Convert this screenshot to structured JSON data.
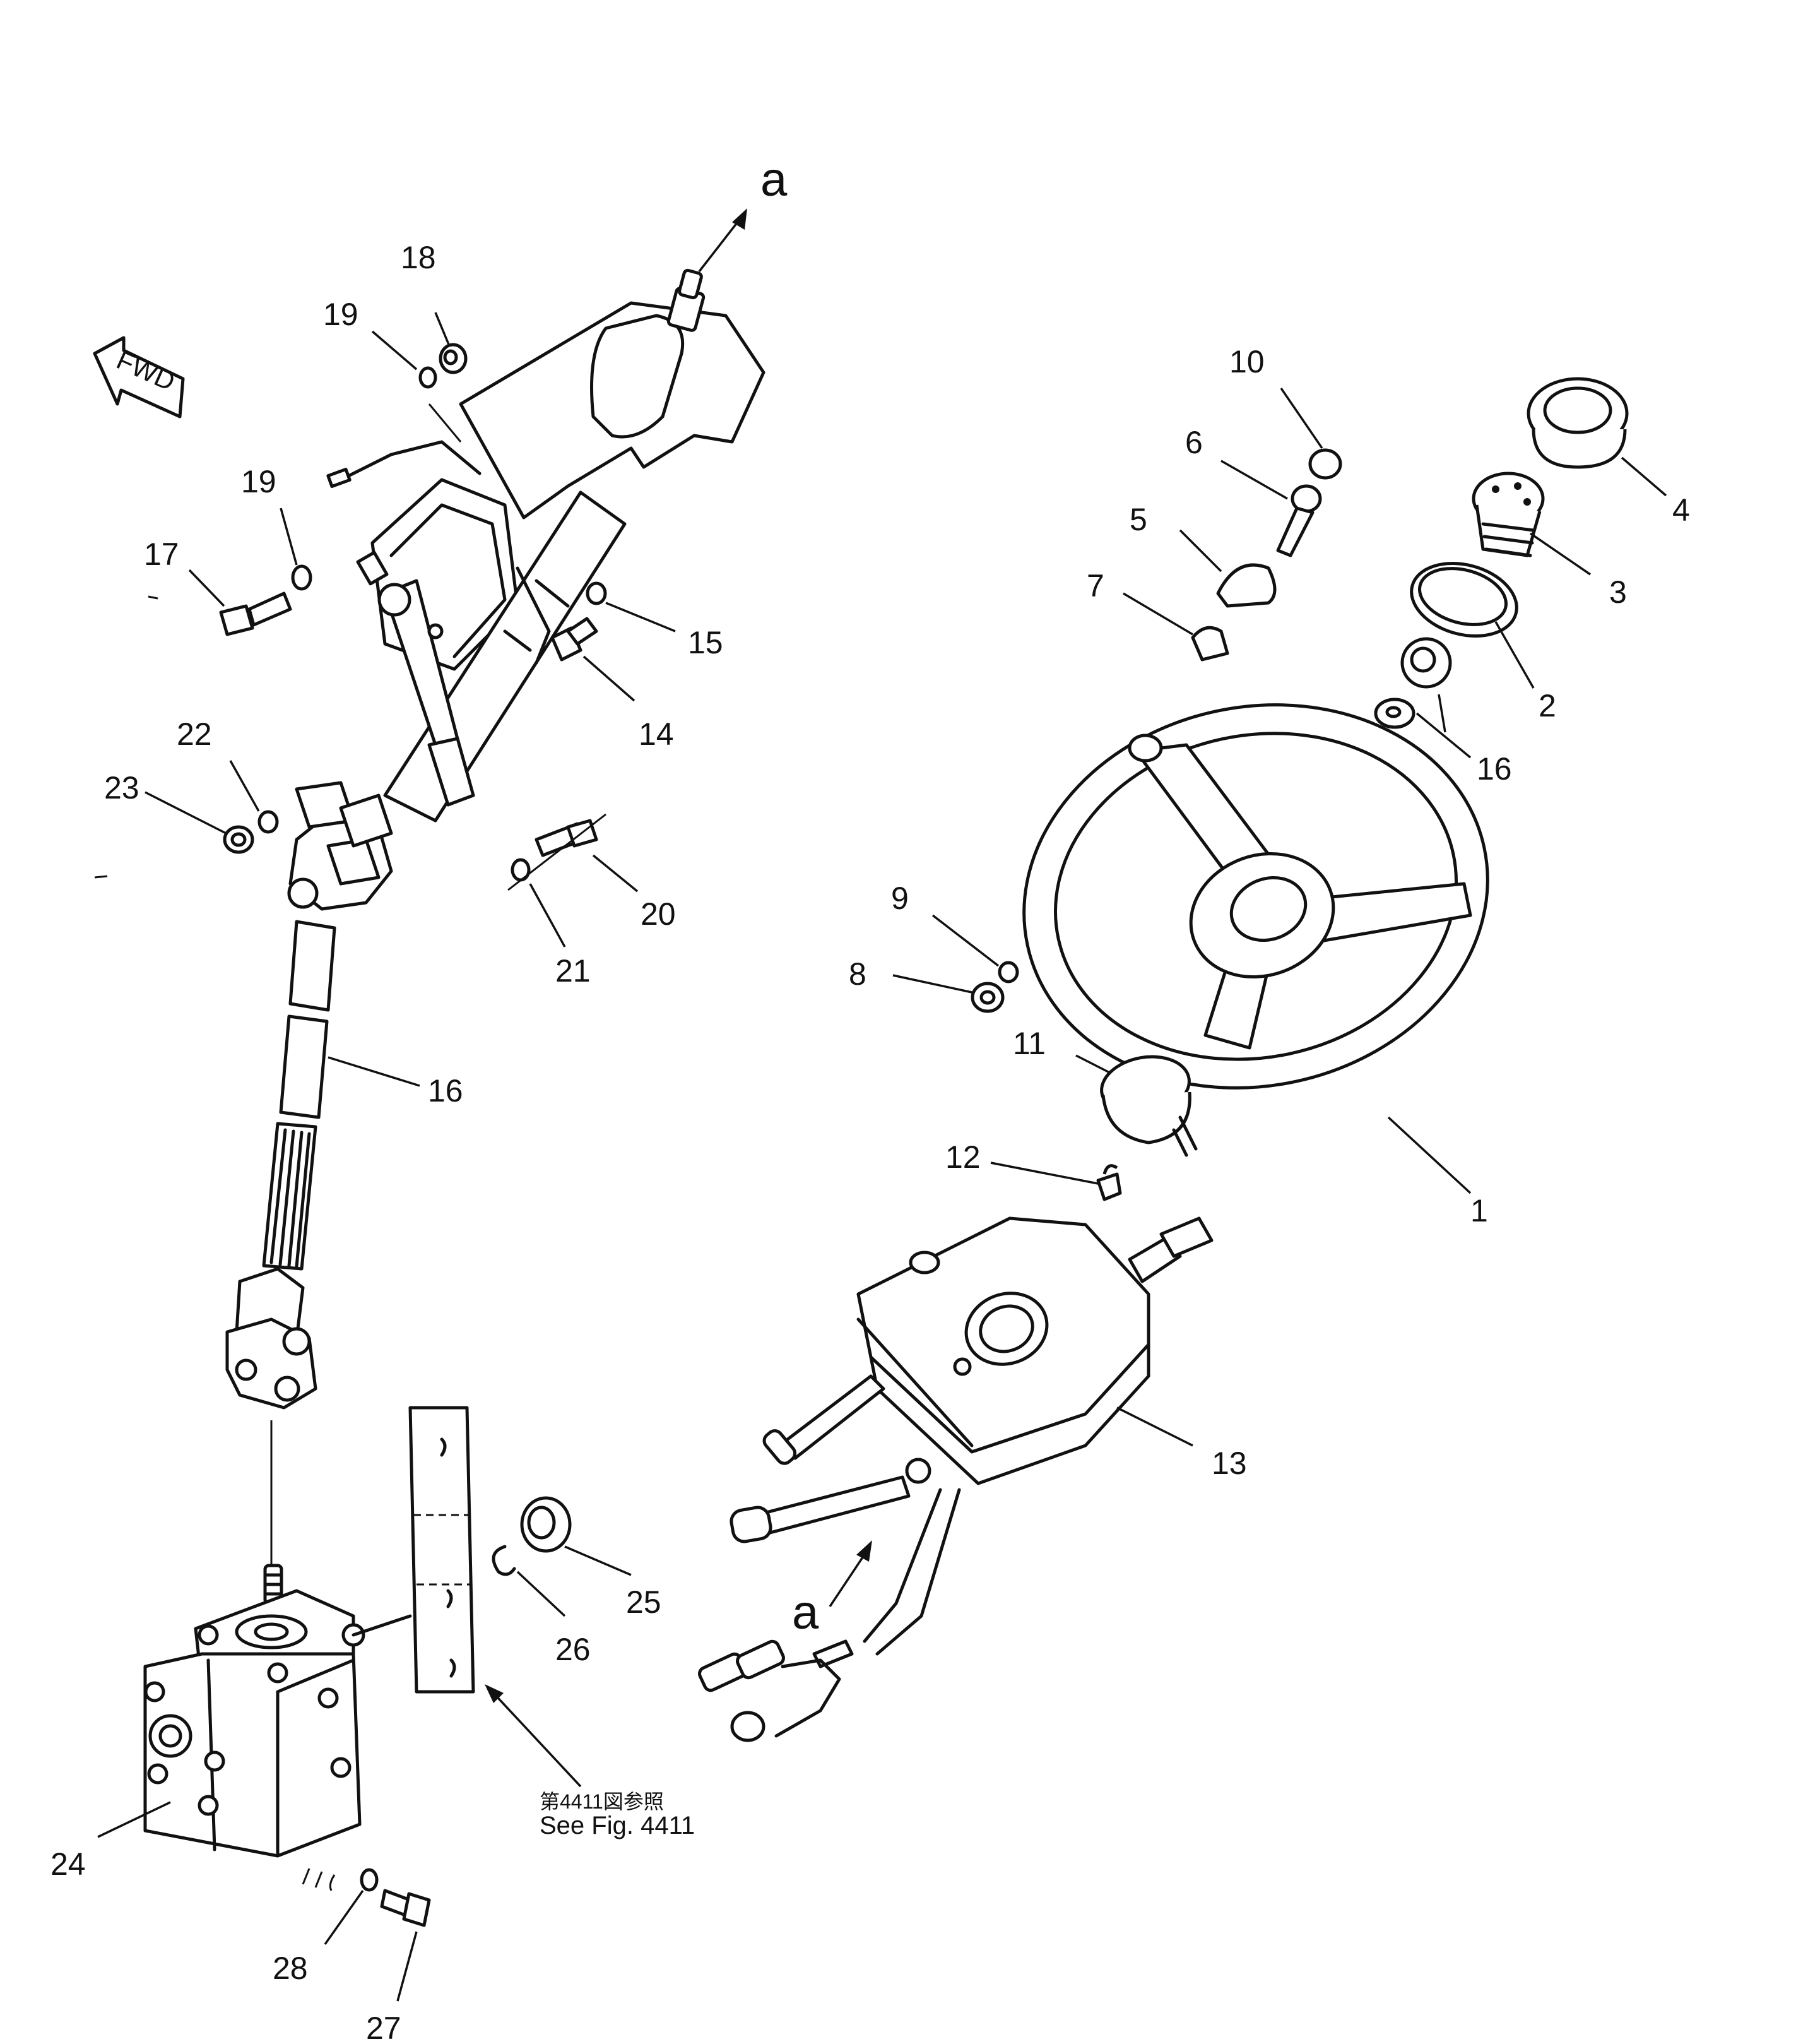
{
  "diagram": {
    "labels": {
      "l1": "1",
      "l2": "2",
      "l3": "3",
      "l4": "4",
      "l5": "5",
      "l6": "6",
      "l7": "7",
      "l8": "8",
      "l9": "9",
      "l10": "10",
      "l11": "11",
      "l12": "12",
      "l13": "13",
      "l14": "14",
      "l15": "15",
      "l16a": "16",
      "l16b": "16",
      "l17": "17",
      "l18": "18",
      "l19a": "19",
      "l19b": "19",
      "l20": "20",
      "l21": "21",
      "l22": "22",
      "l23": "23",
      "l24": "24",
      "l25": "25",
      "l26": "26",
      "l27": "27",
      "l28": "28"
    },
    "arrow_a_top": "a",
    "arrow_a_bottom": "a",
    "fwd": "FWD",
    "ref_jp": "第4411図参照",
    "ref_en": "See Fig. 4411"
  }
}
